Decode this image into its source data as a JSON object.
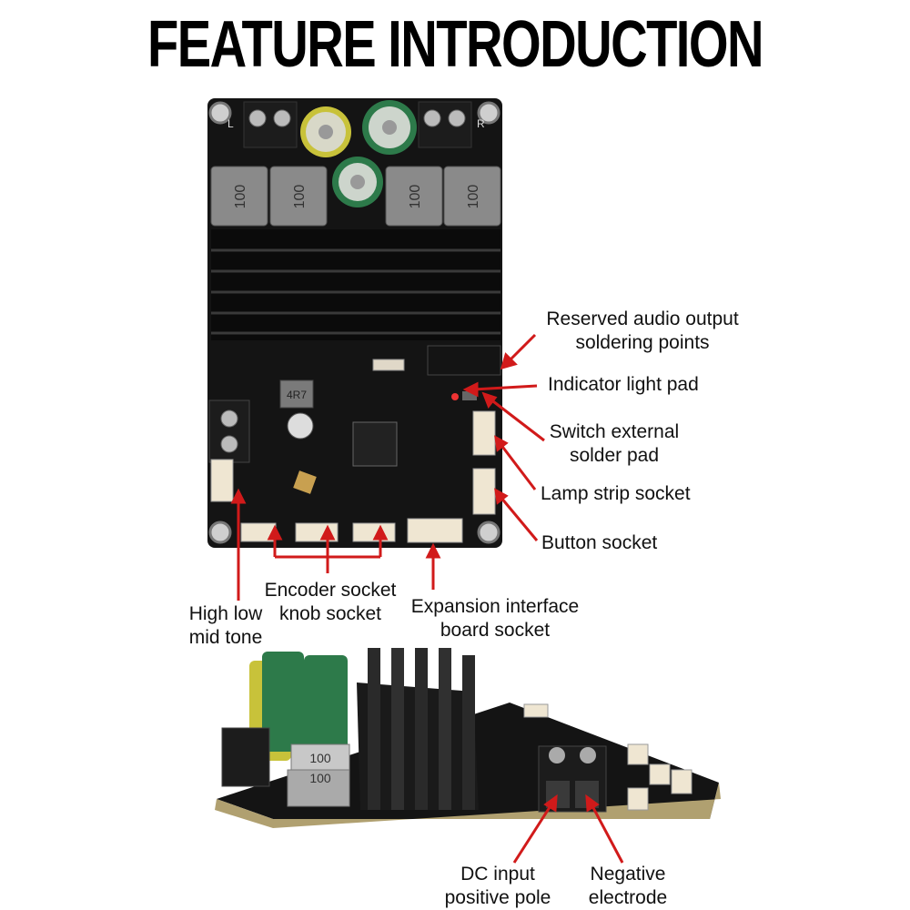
{
  "title": "FEATURE INTRODUCTION",
  "board_markings": {
    "inductor": "100",
    "l_terminal": "L",
    "r_terminal": "R",
    "inductor_small": "4R7"
  },
  "labels": {
    "reserved_audio": [
      "Reserved audio output",
      "soldering points"
    ],
    "indicator_light": "Indicator light pad",
    "switch_external": [
      "Switch external",
      "solder pad"
    ],
    "lamp_strip": "Lamp strip socket",
    "button_socket": "Button socket",
    "encoder_socket": [
      "Encoder socket",
      "knob socket"
    ],
    "high_low_mid": [
      "High low",
      "mid tone"
    ],
    "expansion": [
      "Expansion interface",
      "board socket"
    ],
    "dc_input": [
      "DC input",
      "positive pole"
    ],
    "negative": [
      "Negative",
      "electrode"
    ]
  },
  "colors": {
    "pcb": "#141414",
    "heatsink": "#0b0b0b",
    "inductor": "#8a8a8a",
    "capacitor": "#2d7a4a",
    "capacitor_band": "#c8c23a",
    "terminal": "#1c1c1c",
    "connector": "#efe6d2",
    "callout": "#d11a1a"
  }
}
